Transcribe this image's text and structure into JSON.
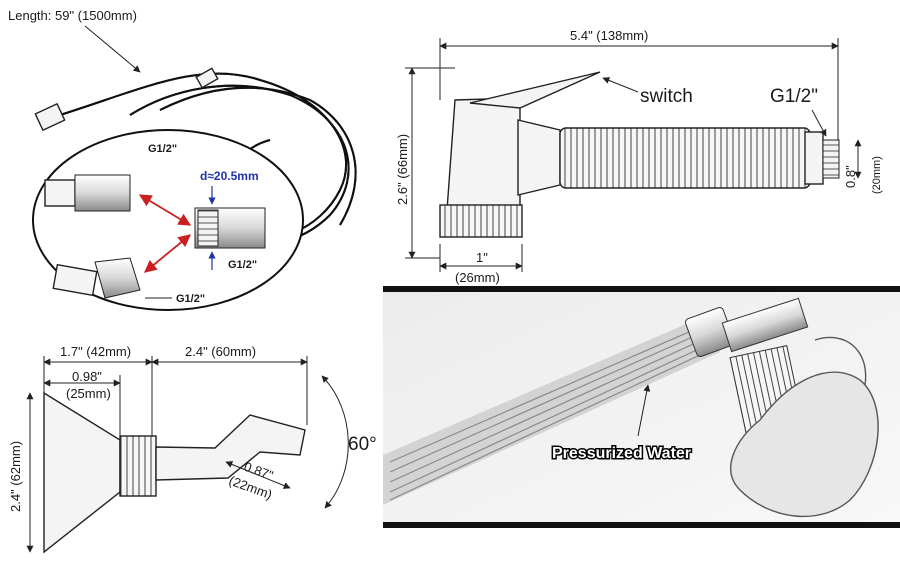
{
  "hose": {
    "length_label": "Length: 59\" (1500mm)",
    "thread_top": "G1/2\"",
    "thread_bottom": "G1/2\"",
    "nut_thread": "G1/2\"",
    "diameter": "d≈20.5mm"
  },
  "sprayer": {
    "width_label": "5.4\" (138mm)",
    "switch_label": "switch",
    "thread_label": "G1/2\"",
    "height_label": "2.6\" (66mm)",
    "thread_dia_in": "0.8\"",
    "thread_dia_mm": "(20mm)",
    "base_in": "1\"",
    "base_mm": "(26mm)"
  },
  "holder": {
    "width1_label": "1.7\" (42mm)",
    "width2_label": "2.4\" (60mm)",
    "sub_in": "0.98\"",
    "sub_mm": "(25mm)",
    "height_label": "2.4\" (62mm)",
    "arm_in": "0.87\"",
    "arm_mm": "(22mm)",
    "angle": "60°"
  },
  "photo": {
    "caption": "Pressurized Water"
  },
  "colors": {
    "accent_red": "#cc1f1f",
    "accent_blue": "#2233aa"
  }
}
